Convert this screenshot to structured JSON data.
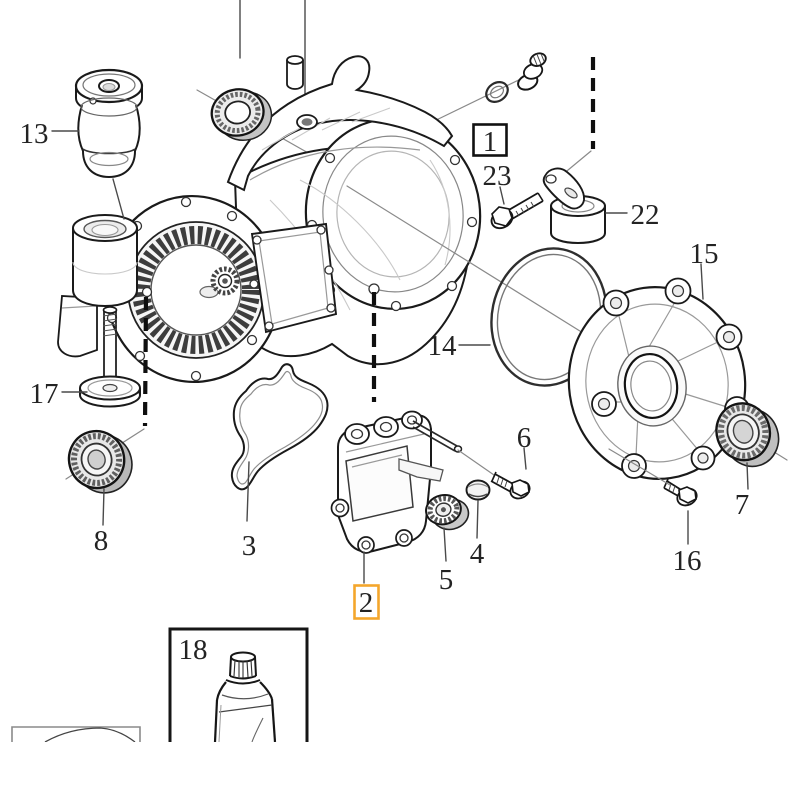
{
  "figure": {
    "type": "exploded-parts-diagram",
    "visible_part_numbers": [
      "1",
      "2",
      "3",
      "4",
      "5",
      "6",
      "7",
      "8",
      "13",
      "14",
      "15",
      "16",
      "17",
      "18",
      "22",
      "23"
    ],
    "framed_labels": {
      "black_frame": "1",
      "orange_frame": "2"
    }
  },
  "labels": {
    "p1": {
      "text": "1",
      "framed": "black"
    },
    "p2": {
      "text": "2",
      "framed": "orange"
    },
    "p3": {
      "text": "3"
    },
    "p4": {
      "text": "4"
    },
    "p5": {
      "text": "5"
    },
    "p6": {
      "text": "6"
    },
    "p7": {
      "text": "7"
    },
    "p8": {
      "text": "8"
    },
    "p13": {
      "text": "13"
    },
    "p14": {
      "text": "14"
    },
    "p15": {
      "text": "15"
    },
    "p16": {
      "text": "16"
    },
    "p17": {
      "text": "17"
    },
    "p18": {
      "text": "18"
    },
    "p22": {
      "text": "22"
    },
    "p23": {
      "text": "23"
    }
  },
  "colors": {
    "background": "#ffffff",
    "line": "#1a1a1a",
    "leader": "#4a4a4a",
    "label_text": "#232323",
    "frame_black": "#111111",
    "highlight_frame": "#f4a62c"
  }
}
